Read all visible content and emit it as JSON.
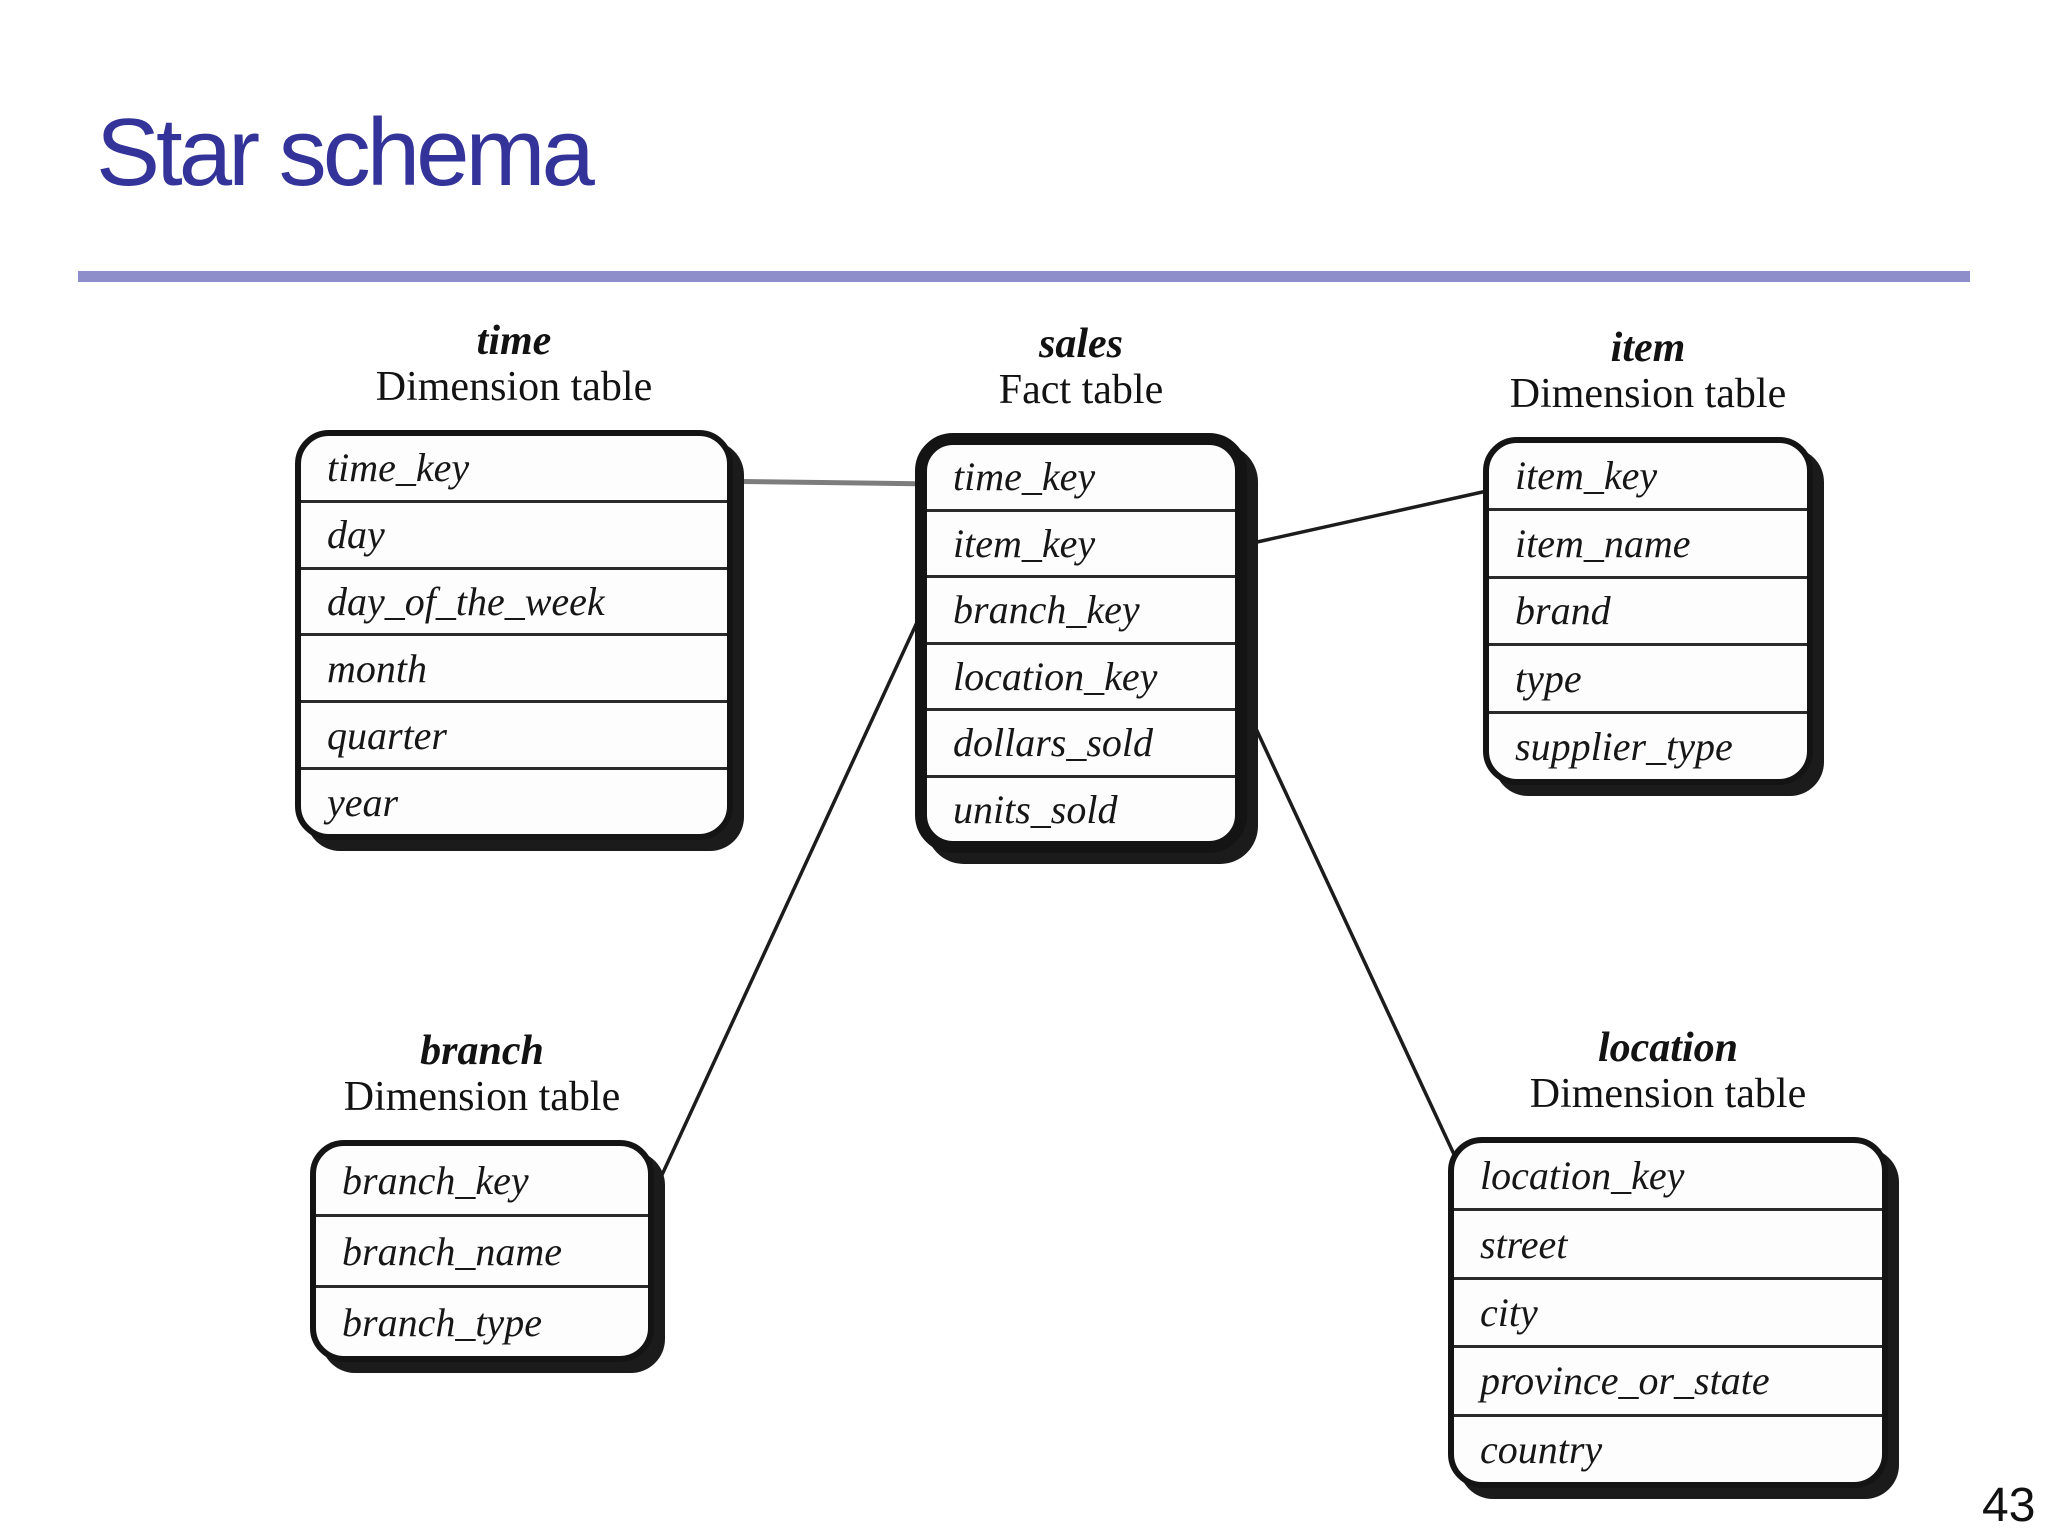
{
  "slide": {
    "title": "Star schema",
    "page_number": "43",
    "accent_color": "#333399",
    "divider_color": "#8e8ecb"
  },
  "tables": {
    "time": {
      "name": "time",
      "kind": "Dimension table",
      "fields": [
        "time_key",
        "day",
        "day_of_the_week",
        "month",
        "quarter",
        "year"
      ]
    },
    "sales": {
      "name": "sales",
      "kind": "Fact table",
      "fields": [
        "time_key",
        "item_key",
        "branch_key",
        "location_key",
        "dollars_sold",
        "units_sold"
      ]
    },
    "item": {
      "name": "item",
      "kind": "Dimension table",
      "fields": [
        "item_key",
        "item_name",
        "brand",
        "type",
        "supplier_type"
      ]
    },
    "branch": {
      "name": "branch",
      "kind": "Dimension table",
      "fields": [
        "branch_key",
        "branch_name",
        "branch_type"
      ]
    },
    "location": {
      "name": "location",
      "kind": "Dimension table",
      "fields": [
        "location_key",
        "street",
        "city",
        "province_or_state",
        "country"
      ]
    }
  },
  "relations": [
    {
      "from": "sales.time_key",
      "to": "time.time_key"
    },
    {
      "from": "sales.item_key",
      "to": "item.item_key"
    },
    {
      "from": "sales.branch_key",
      "to": "branch.branch_key"
    },
    {
      "from": "sales.location_key",
      "to": "location.location_key"
    }
  ]
}
